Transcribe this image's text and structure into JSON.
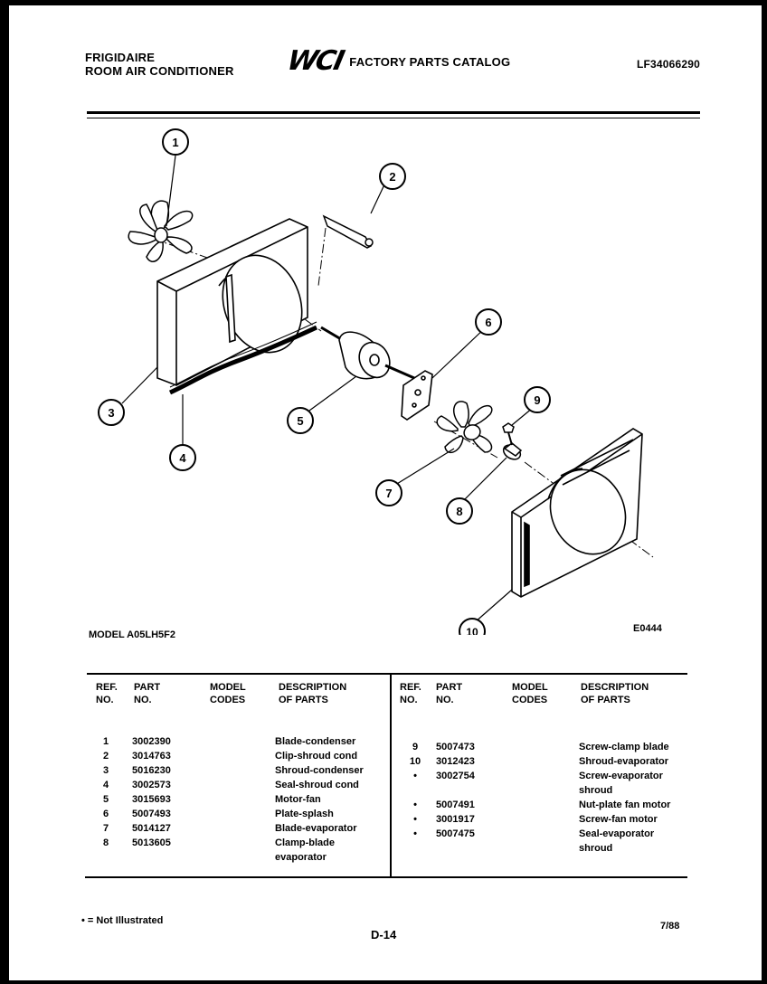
{
  "header": {
    "brand_line1": "FRIGIDAIRE",
    "brand_line2": "ROOM AIR CONDITIONER",
    "logo": "WCI",
    "catalog_title": "FACTORY PARTS CATALOG",
    "catalog_number": "LF34066290"
  },
  "diagram": {
    "callouts": [
      "1",
      "2",
      "3",
      "4",
      "5",
      "6",
      "7",
      "8",
      "9",
      "10"
    ],
    "code": "E0444"
  },
  "model_label": "MODEL A05LH5F2",
  "table": {
    "headers": {
      "ref": [
        "REF.",
        "NO."
      ],
      "part": [
        "PART",
        "NO."
      ],
      "model": [
        "MODEL",
        "CODES"
      ],
      "desc": [
        "DESCRIPTION",
        "OF PARTS"
      ]
    },
    "left": {
      "ref": [
        "1",
        "2",
        "3",
        "4",
        "5",
        "6",
        "7",
        "8",
        ""
      ],
      "part": [
        "3002390",
        "3014763",
        "5016230",
        "3002573",
        "3015693",
        "5007493",
        "5014127",
        "5013605",
        ""
      ],
      "desc": [
        "Blade-condenser",
        "Clip-shroud cond",
        "Shroud-condenser",
        "Seal-shroud cond",
        "Motor-fan",
        "Plate-splash",
        "Blade-evaporator",
        "Clamp-blade",
        "evaporator"
      ]
    },
    "right": {
      "ref": [
        "9",
        "10",
        "•",
        "",
        "•",
        "•",
        "•",
        ""
      ],
      "part": [
        "5007473",
        "3012423",
        "3002754",
        "",
        "5007491",
        "3001917",
        "5007475",
        ""
      ],
      "desc": [
        "Screw-clamp blade",
        "Shroud-evaporator",
        "Screw-evaporator",
        "shroud",
        "Nut-plate fan motor",
        "Screw-fan motor",
        "Seal-evaporator",
        "shroud"
      ]
    }
  },
  "footer": {
    "footnote": "• = Not Illustrated",
    "page": "D-14",
    "date": "7/88"
  }
}
